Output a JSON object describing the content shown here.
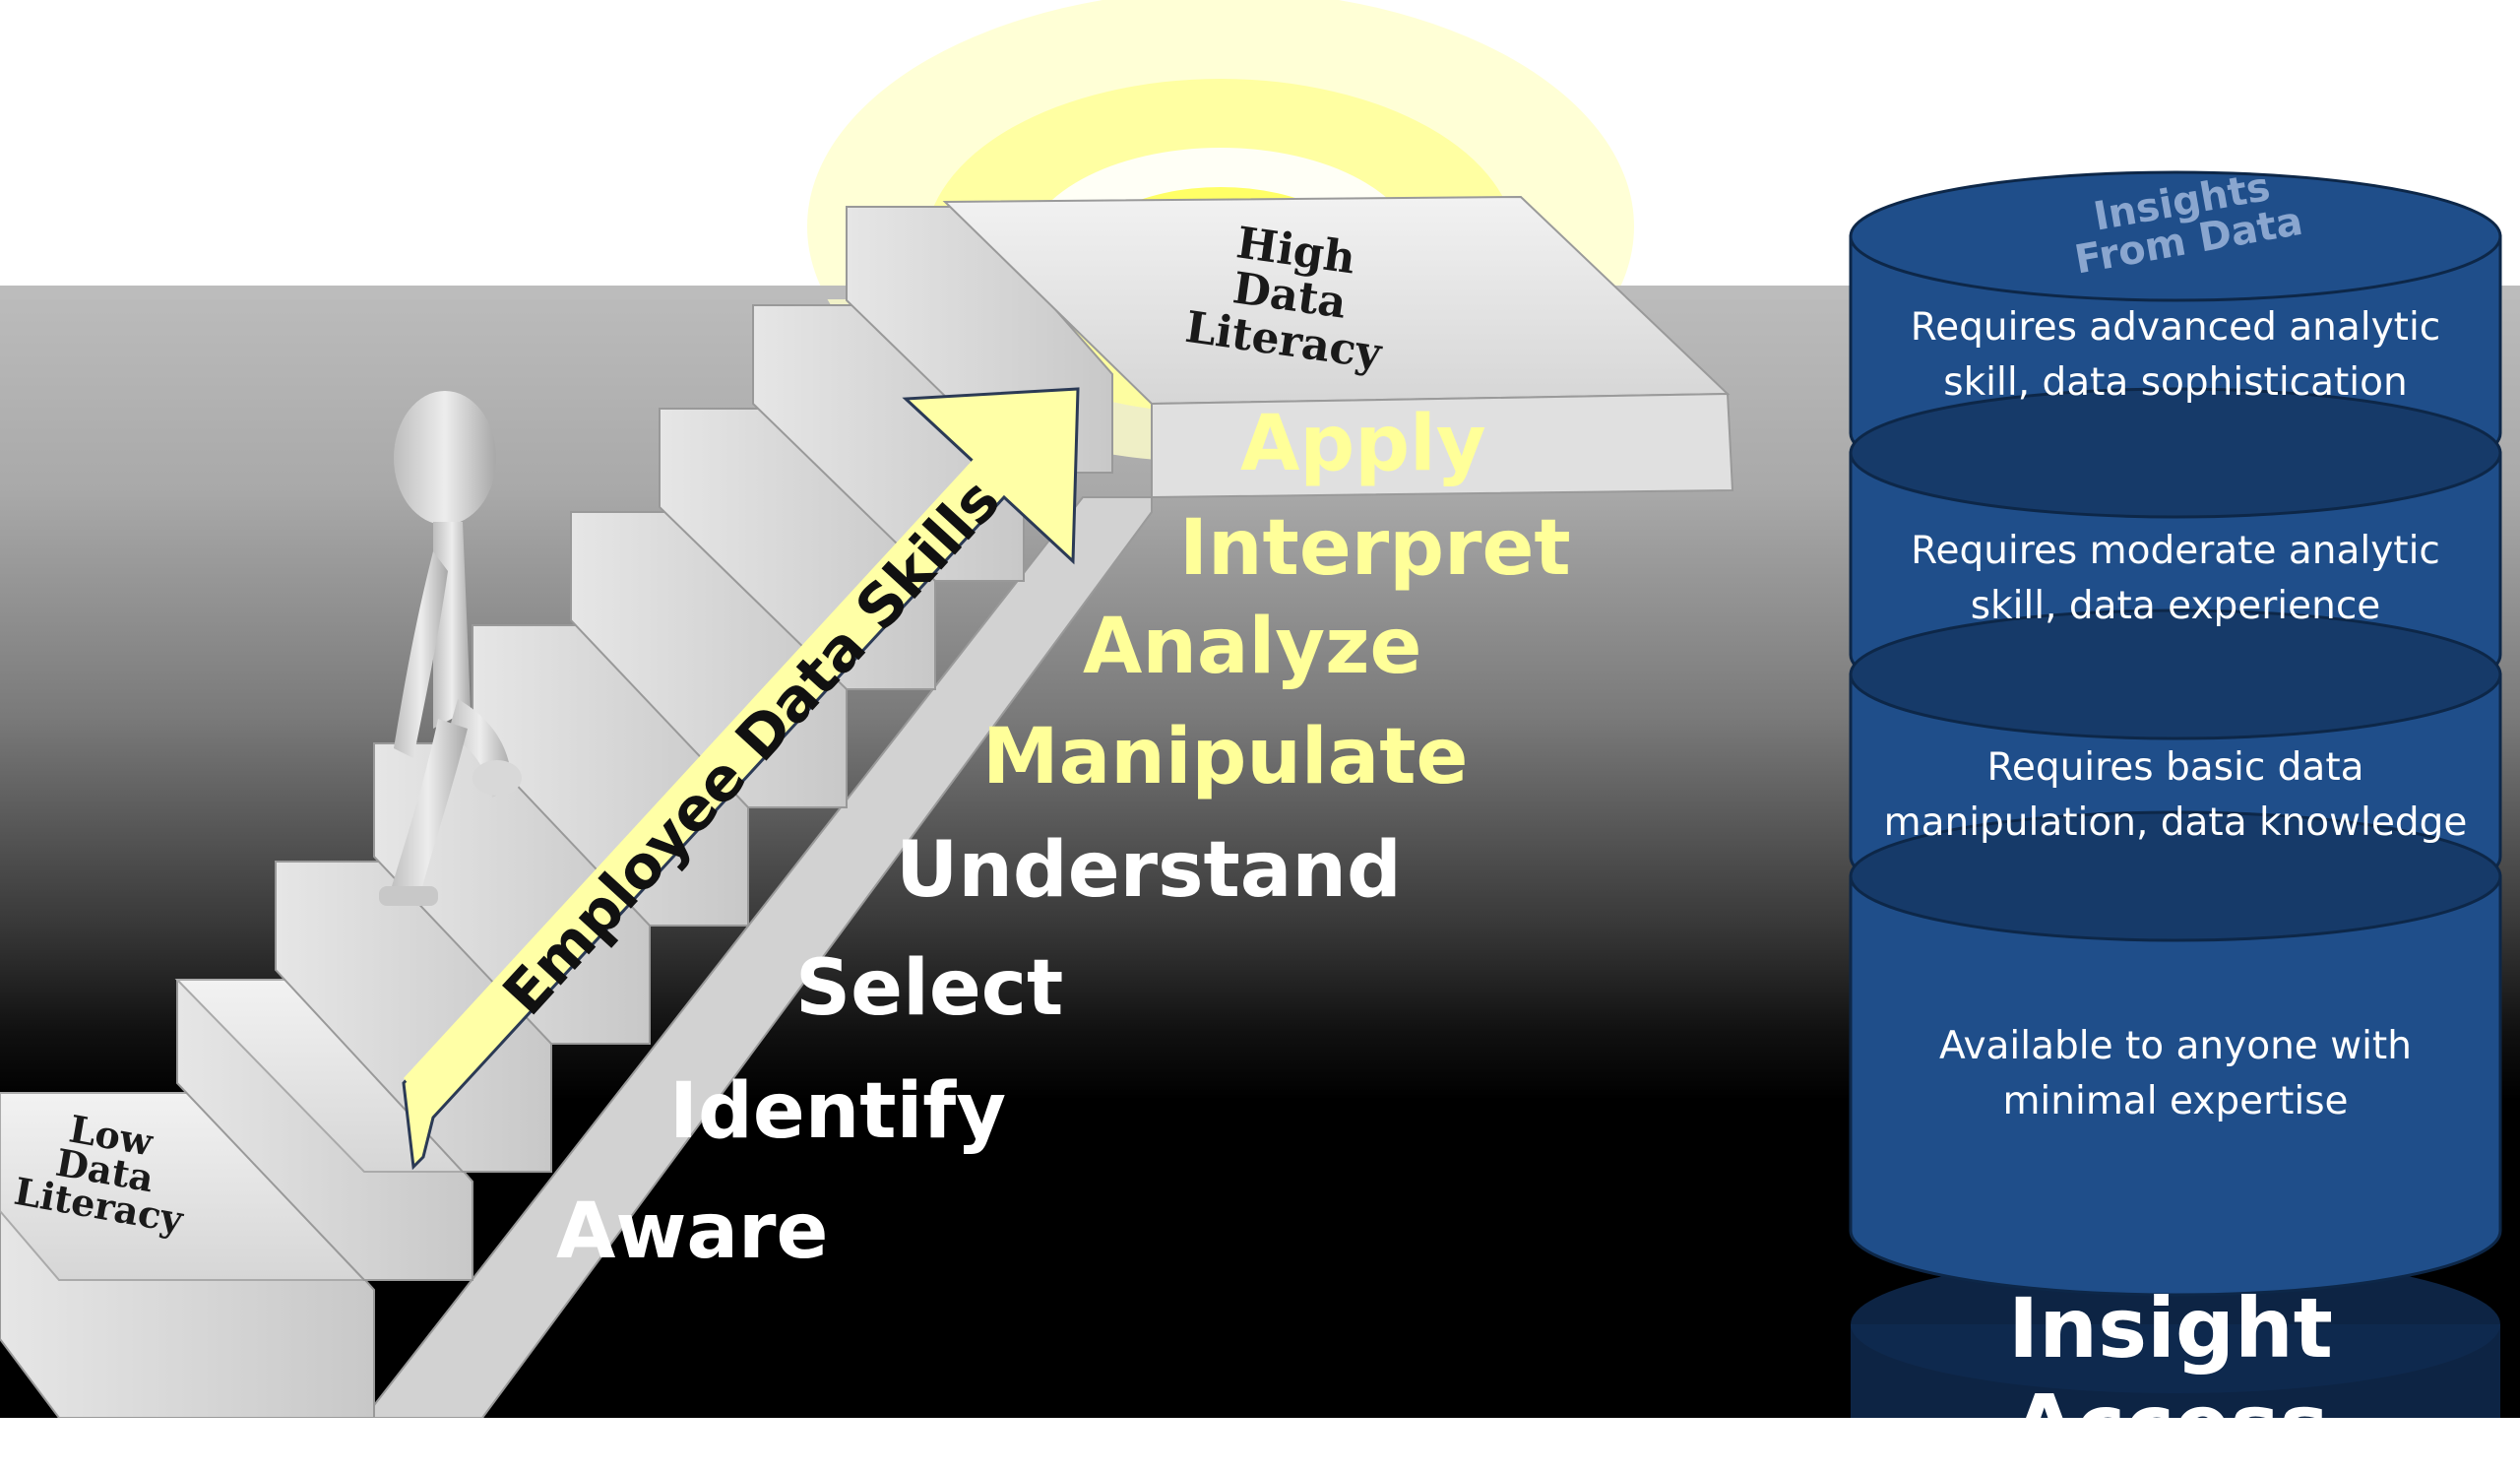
{
  "staircase": {
    "top_label": [
      "High",
      "Data",
      "Literacy"
    ],
    "bottom_label": [
      "Low",
      "Data",
      "Literacy"
    ],
    "arrow_label": "Employee Data Skills"
  },
  "skills": [
    {
      "label": "Apply",
      "highlight": true
    },
    {
      "label": "Interpret",
      "highlight": true
    },
    {
      "label": "Analyze",
      "highlight": true
    },
    {
      "label": "Manipulate",
      "highlight": true
    },
    {
      "label": "Understand",
      "highlight": false
    },
    {
      "label": "Select",
      "highlight": false
    },
    {
      "label": "Identify",
      "highlight": false
    },
    {
      "label": "Aware",
      "highlight": false
    }
  ],
  "cylinder": {
    "top_label": [
      "Insights",
      "From Data"
    ],
    "tiers": [
      {
        "text": [
          "Requires advanced analytic",
          "skill, data sophistication"
        ]
      },
      {
        "text": [
          "Requires moderate analytic",
          "skill, data experience"
        ]
      },
      {
        "text": [
          "Requires basic data",
          "manipulation, data knowledge"
        ]
      },
      {
        "text": [
          "Available to anyone with",
          "minimal expertise"
        ]
      }
    ],
    "caption": "Insight Access"
  },
  "colors": {
    "highlight_text": "#ffff99",
    "cylinder_fill": "#1f4e8a",
    "cylinder_dark": "#163a69",
    "arrow_fill": "#ffffa6",
    "sun": "#ffff66"
  }
}
